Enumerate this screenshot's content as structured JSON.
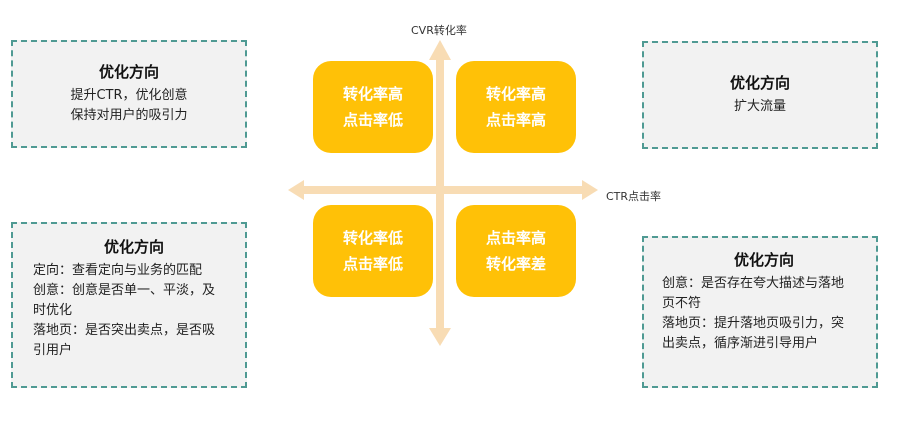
{
  "axes": {
    "y_label": "CVR转化率",
    "x_label": "CTR点击率",
    "color": "#f8dcb4"
  },
  "quadrants": {
    "top_left": {
      "line1": "转化率高",
      "line2": "点击率低"
    },
    "top_right": {
      "line1": "转化率高",
      "line2": "点击率高"
    },
    "bottom_left": {
      "line1": "转化率低",
      "line2": "点击率低"
    },
    "bottom_right": {
      "line1": "点击率高",
      "line2": "转化率差"
    },
    "color": "#ffc107"
  },
  "boxes": {
    "top_left": {
      "title": "优化方向",
      "lines": [
        "提升CTR，优化创意",
        "保持对用户的吸引力"
      ]
    },
    "top_right": {
      "title": "优化方向",
      "lines": [
        "扩大流量"
      ]
    },
    "bottom_left": {
      "title": "优化方向",
      "lines": [
        "定向：查看定向与业务的匹配",
        "创意：创意是否单一、平淡，及",
        "时优化",
        "落地页：是否突出卖点，是否吸",
        "引用户"
      ]
    },
    "bottom_right": {
      "title": "优化方向",
      "lines": [
        "创意：是否存在夸大描述与落地",
        "页不符",
        "落地页：提升落地页吸引力，突",
        "出卖点，循序渐进引导用户"
      ]
    },
    "border_color": "#4f9a93"
  }
}
